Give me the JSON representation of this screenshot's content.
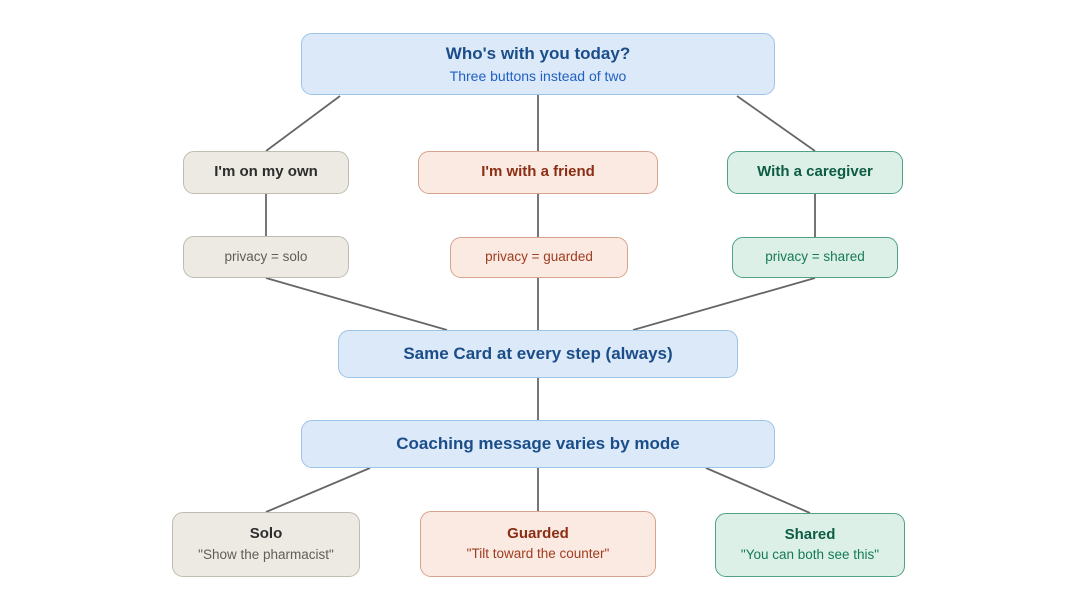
{
  "diagram": {
    "type": "flowchart",
    "nodes": {
      "who_today": {
        "title": "Who's with you today?",
        "subtitle": "Three buttons instead of two",
        "variant": "blue"
      },
      "own": {
        "title": "I'm on my own",
        "variant": "neutral"
      },
      "friend": {
        "title": "I'm with a friend",
        "variant": "guarded"
      },
      "caregiver": {
        "title": "With a caregiver",
        "variant": "shared"
      },
      "privacy_solo": {
        "title": "privacy = solo",
        "variant": "neutral"
      },
      "privacy_guarded": {
        "title": "privacy = guarded",
        "variant": "guarded"
      },
      "privacy_shared": {
        "title": "privacy = shared",
        "variant": "shared"
      },
      "same_card": {
        "title": "Same Card at every step (always)",
        "variant": "blue"
      },
      "coaching": {
        "title": "Coaching message varies by mode",
        "variant": "blue"
      },
      "solo": {
        "title": "Solo",
        "subtitle": "\"Show the pharmacist\"",
        "variant": "neutral"
      },
      "guarded": {
        "title": "Guarded",
        "subtitle": "\"Tilt toward the counter\"",
        "variant": "guarded"
      },
      "shared": {
        "title": "Shared",
        "subtitle": "\"You can both see this\"",
        "variant": "shared"
      }
    },
    "edges": [
      {
        "from": "who_today",
        "to": "own"
      },
      {
        "from": "who_today",
        "to": "friend"
      },
      {
        "from": "who_today",
        "to": "caregiver"
      },
      {
        "from": "own",
        "to": "privacy_solo"
      },
      {
        "from": "friend",
        "to": "privacy_guarded"
      },
      {
        "from": "caregiver",
        "to": "privacy_shared"
      },
      {
        "from": "privacy_solo",
        "to": "same_card"
      },
      {
        "from": "privacy_guarded",
        "to": "same_card"
      },
      {
        "from": "privacy_shared",
        "to": "same_card"
      },
      {
        "from": "same_card",
        "to": "coaching"
      },
      {
        "from": "coaching",
        "to": "solo"
      },
      {
        "from": "coaching",
        "to": "guarded"
      },
      {
        "from": "coaching",
        "to": "shared"
      }
    ],
    "colors": {
      "background": "#ffffff",
      "edge": "#666666",
      "blue_fill": "#dbe9f8",
      "blue_border": "#9dc3e6",
      "blue_text": "#1b4d89",
      "blue_subtext": "#2160c4",
      "neutral_fill": "#eceae2",
      "neutral_border": "#bfbcb0",
      "neutral_text": "#2d2d2d",
      "neutral_subtext": "#5f5e57",
      "guarded_fill": "#faeae2",
      "guarded_border": "#d8a38e",
      "guarded_text": "#8b2e14",
      "guarded_subtext": "#a03c20",
      "shared_fill": "#dcf0e7",
      "shared_border": "#52a183",
      "shared_text": "#0d5c44",
      "shared_subtext": "#157a58"
    }
  }
}
